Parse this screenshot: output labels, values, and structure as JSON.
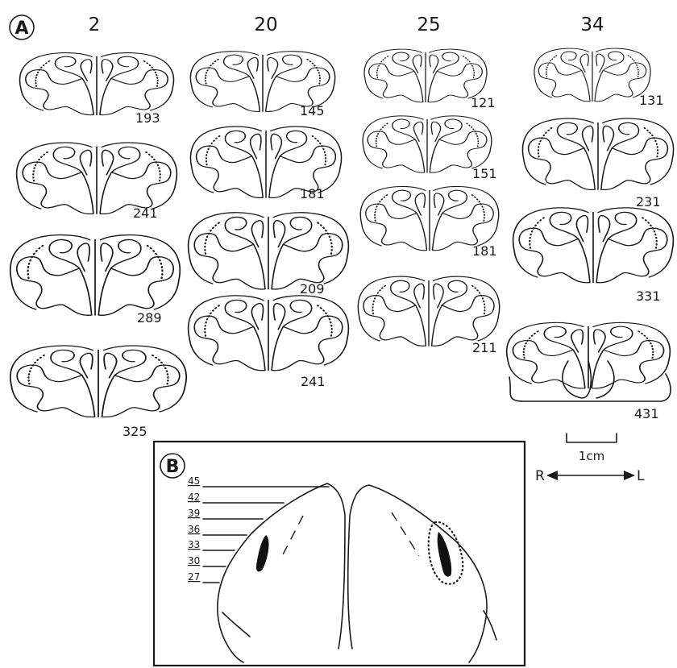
{
  "panel_a": {
    "label": "A",
    "columns": [
      {
        "header": "2",
        "sections": [
          "193",
          "241",
          "289",
          "325"
        ]
      },
      {
        "header": "20",
        "sections": [
          "145",
          "181",
          "209",
          "241"
        ]
      },
      {
        "header": "25",
        "sections": [
          "121",
          "151",
          "181",
          "211"
        ]
      },
      {
        "header": "34",
        "sections": [
          "131",
          "231",
          "331",
          "431"
        ]
      }
    ]
  },
  "scale_bar": {
    "label": "1cm"
  },
  "orientation": {
    "left": "R",
    "right": "L"
  },
  "panel_b": {
    "label": "B",
    "levels": [
      "45",
      "42",
      "39",
      "36",
      "33",
      "30",
      "27"
    ]
  }
}
